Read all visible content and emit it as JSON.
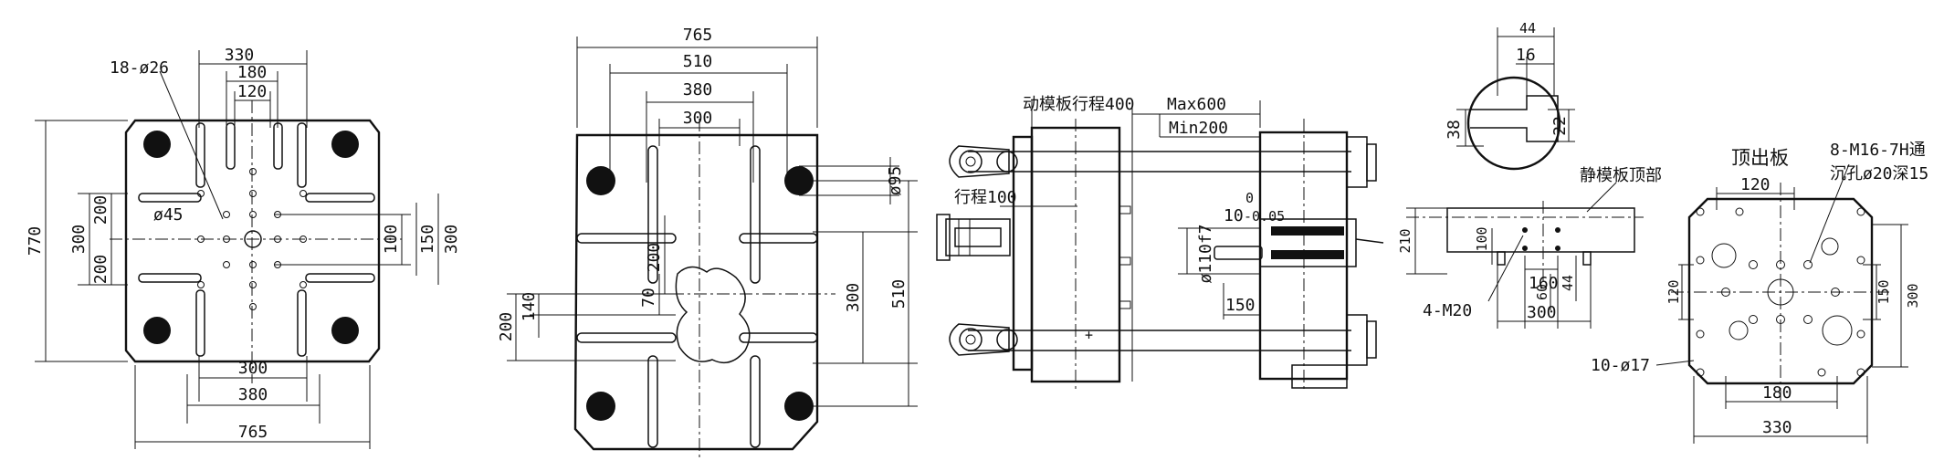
{
  "view1": {
    "dims": {
      "w330": "330",
      "w180": "180",
      "w120": "120",
      "holes": "18-ø26",
      "h770": "770",
      "h300": "300",
      "h200a": "200",
      "h200b": "200",
      "d45": "ø45",
      "h100": "100",
      "h150": "150",
      "h300r": "300",
      "b300": "300",
      "b380": "380",
      "b765": "765"
    }
  },
  "view2": {
    "dims": {
      "w765": "765",
      "w510": "510",
      "w380": "380",
      "w300": "300",
      "d95": "ø95",
      "h200": "200",
      "h70": "70",
      "h300": "300",
      "h510": "510",
      "h200l": "200",
      "h140": "140"
    }
  },
  "view3": {
    "labels": {
      "stroke400": "动模板行程400",
      "max600": "Max600",
      "min200": "Min200",
      "stroke100": "行程100",
      "tol_base": "10",
      "tol_upper": "0",
      "tol_lower": "-0.05",
      "d110": "ø110f7",
      "w150": "150"
    }
  },
  "view4": {
    "dims": {
      "w44": "44",
      "w16": "16",
      "h38": "38",
      "h22": "22"
    }
  },
  "view5": {
    "labels": {
      "title": "静模板顶部",
      "h210": "210",
      "h100": "100",
      "m20": "4-M20",
      "w160": "160",
      "h60": "60",
      "w44": "44",
      "w300": "300"
    }
  },
  "view6": {
    "labels": {
      "title": "顶出板",
      "thread": "8-M16-7H通",
      "counterbore": "沉孔ø20深15",
      "w120": "120",
      "h120": "120",
      "h150": "150",
      "h300": "300",
      "holes": "10-ø17",
      "w180": "180",
      "w330": "330"
    }
  }
}
